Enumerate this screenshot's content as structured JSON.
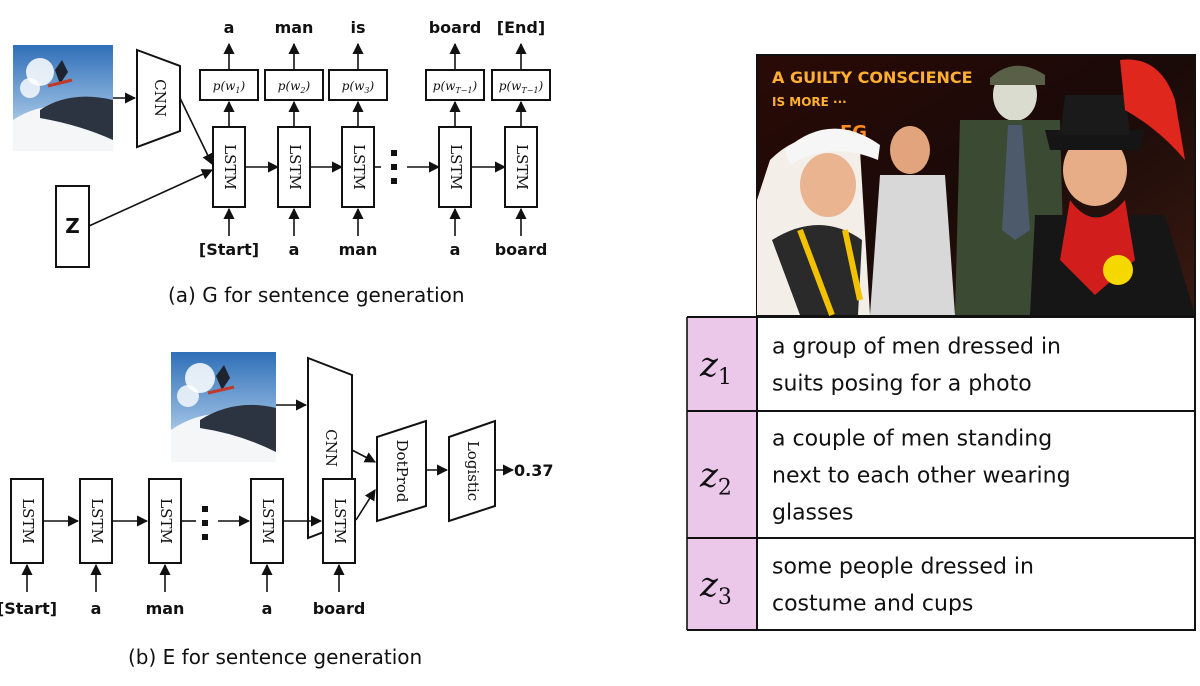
{
  "panel_a": {
    "caption": "(a) G for sentence generation",
    "cnn_label": "CNN",
    "z_label": "Z",
    "lstm_label": "LSTM",
    "output_words": [
      "a",
      "man",
      "is",
      "board",
      "[End]"
    ],
    "prob_labels": [
      "p(w1)",
      "p(w2)",
      "p(w3)",
      "p(wT−1)",
      "p(wT−1)"
    ],
    "input_words": [
      "[Start]",
      "a",
      "man",
      "a",
      "board"
    ]
  },
  "panel_b": {
    "caption": "(b) E for sentence generation",
    "cnn_label": "CNN",
    "lstm_label": "LSTM",
    "dotprod_label": "DotProd",
    "logistic_label": "Logistic",
    "score": "0.37",
    "input_words": [
      "[Start]",
      "a",
      "man",
      "a",
      "board"
    ]
  },
  "photo_text": {
    "sign_line1": "A GUILTY CONSCIENCE",
    "sign_line2": "IS MORE ··· ",
    "sign_line3": "EG"
  },
  "samples": [
    {
      "z": "z1",
      "z_sub": "1",
      "lines": [
        "a group of men dressed in",
        "suits posing for a photo"
      ]
    },
    {
      "z": "z2",
      "z_sub": "2",
      "lines": [
        "a couple of men standing",
        "next to each other wearing",
        "glasses"
      ]
    },
    {
      "z": "z3",
      "z_sub": "3",
      "lines": [
        "some people dressed in",
        "costume and cups"
      ]
    }
  ],
  "colors": {
    "z_column": "#ebc8ea",
    "ink": "#111111",
    "cnn_text": "#111111"
  }
}
